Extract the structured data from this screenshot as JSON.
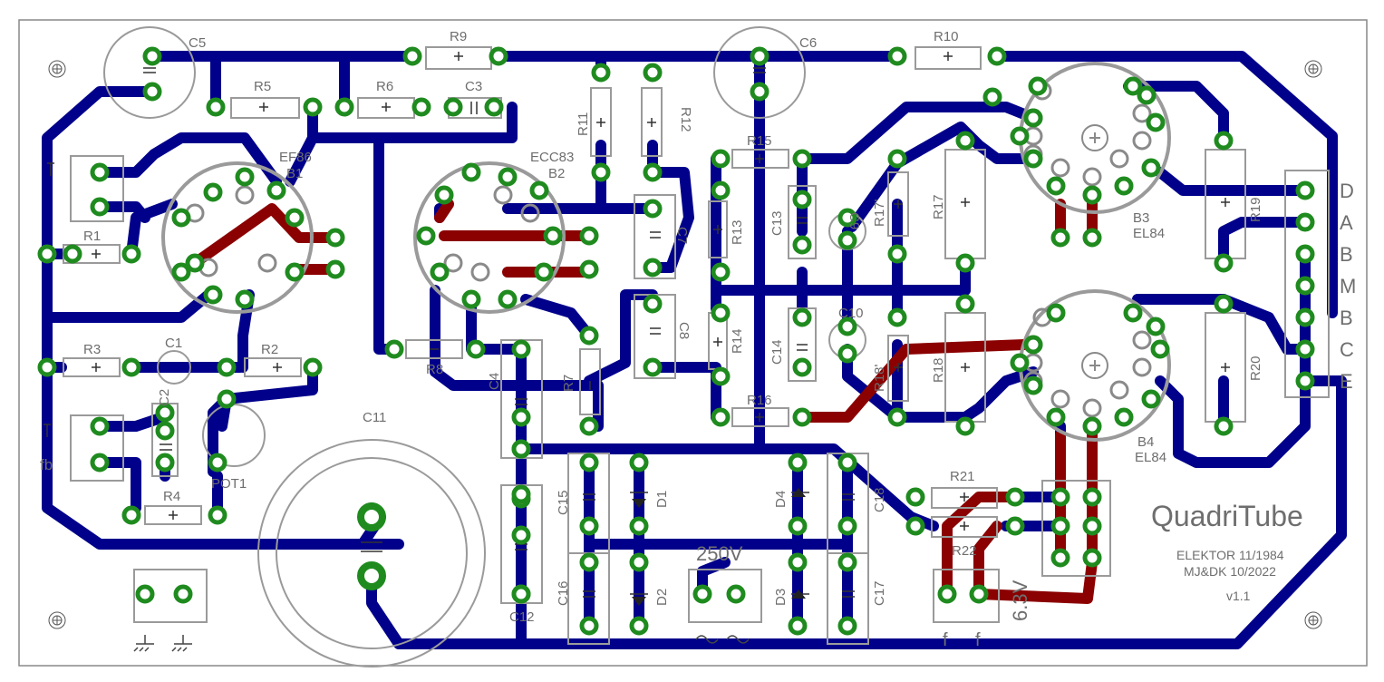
{
  "colors": {
    "top_trace": "#00008b",
    "bottom_trace": "#8b0000",
    "pad": "#1f8b1f",
    "outline": "#9a9a9a",
    "text": "#6e6e6e"
  },
  "labels": {
    "r1": "R1",
    "r2": "R2",
    "r3": "R3",
    "r4": "R4",
    "r5": "R5",
    "r6": "R6",
    "r7": "R7",
    "r8": "R8",
    "r9": "R9",
    "r10": "R10",
    "r11": "R11",
    "r12": "R12",
    "r13": "R13",
    "r14": "R14",
    "r15": "R15",
    "r16": "R16",
    "r17": "R17",
    "r17b": "R17'",
    "r18": "R18",
    "r18b": "R18'",
    "r19": "R19",
    "r20": "R20",
    "r21": "R21",
    "r22": "R22",
    "c1": "C1",
    "c2": "C2",
    "c3": "C3",
    "c4": "C4",
    "c5": "C5",
    "c6": "C6",
    "c7": "C7",
    "c8": "C8",
    "c9": "C9",
    "c10": "C10",
    "c11": "C11",
    "c12": "C12",
    "c13": "C13",
    "c14": "C14",
    "c15": "C15",
    "c16": "C16",
    "c17": "C17",
    "c18": "C18",
    "d1": "D1",
    "d2": "D2",
    "d3": "D3",
    "d4": "D4",
    "pot1": "POT1",
    "b1": "B1",
    "b1_type": "EF86",
    "b2": "B2",
    "b2_type": "ECC83",
    "b3": "B3",
    "b3_type": "EL84",
    "b4": "B4",
    "b4_type": "EL84",
    "in_label": "fb",
    "hv": "250V",
    "heater": "6.3V",
    "f1": "f",
    "f2": "f",
    "title": "QuadriTube",
    "credit1": "ELEKTOR 11/1984",
    "credit2": "MJ&DK 10/2022",
    "version": "v1.1"
  },
  "output_terminals": [
    "D",
    "A",
    "B",
    "M",
    "B",
    "C",
    "E"
  ]
}
